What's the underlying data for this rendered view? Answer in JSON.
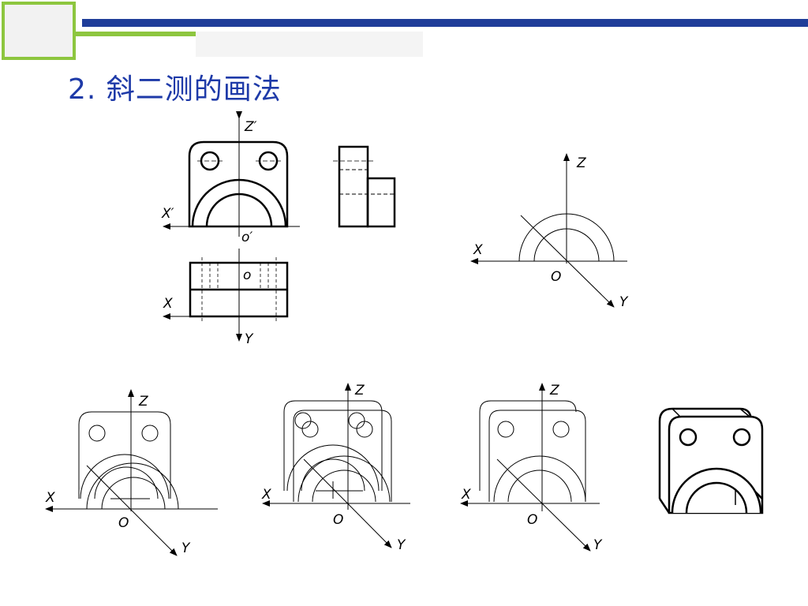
{
  "slide": {
    "title": "2. 斜二测的画法",
    "colors": {
      "accent_blue": "#1f3d99",
      "accent_green": "#8dc63f",
      "title_blue": "#1e3aa8"
    }
  },
  "views": {
    "front": {
      "z_label": "Z′",
      "x_label": "X′",
      "origin_label": "o′"
    },
    "top": {
      "x_label": "X",
      "origin_label": "o",
      "y_label": "Y"
    }
  },
  "axes_diagram": {
    "z_label": "Z",
    "x_label": "X",
    "origin_label": "O",
    "y_label": "Y"
  },
  "steps": [
    {
      "z_label": "Z",
      "x_label": "X",
      "origin_label": "O",
      "y_label": "Y"
    },
    {
      "z_label": "Z",
      "x_label": "X",
      "origin_label": "O",
      "y_label": "Y"
    },
    {
      "z_label": "Z",
      "x_label": "X",
      "origin_label": "O",
      "y_label": "Y"
    }
  ]
}
